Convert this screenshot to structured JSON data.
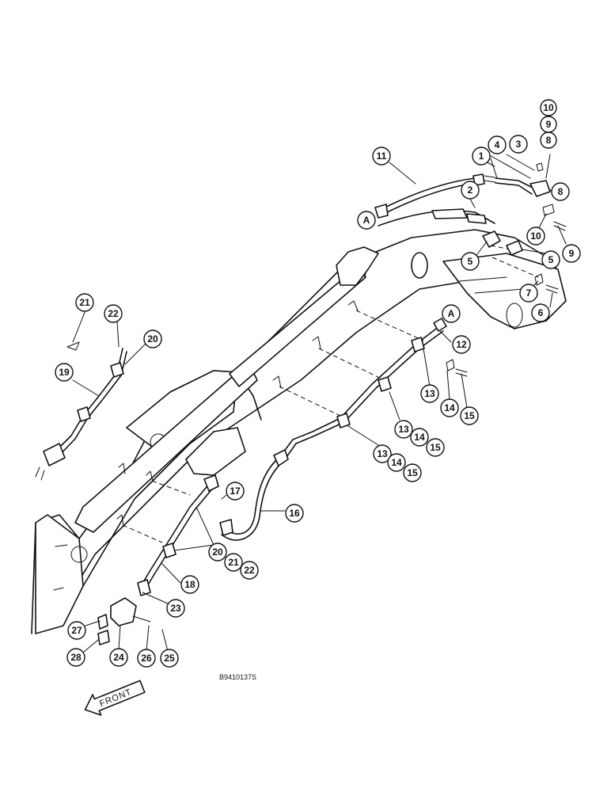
{
  "balloons": [
    "1",
    "2",
    "3",
    "4",
    "5",
    "5",
    "6",
    "7",
    "8",
    "8",
    "9",
    "9",
    "10",
    "10",
    "11",
    "12",
    "13",
    "13",
    "13",
    "14",
    "14",
    "14",
    "15",
    "15",
    "15",
    "16",
    "17",
    "18",
    "19",
    "20",
    "20",
    "21",
    "21",
    "22",
    "22",
    "23",
    "24",
    "25",
    "26",
    "27",
    "28"
  ],
  "ref_marks": [
    "A",
    "A"
  ],
  "drawing_code": "B9410137S",
  "direction_label": "FRONT"
}
